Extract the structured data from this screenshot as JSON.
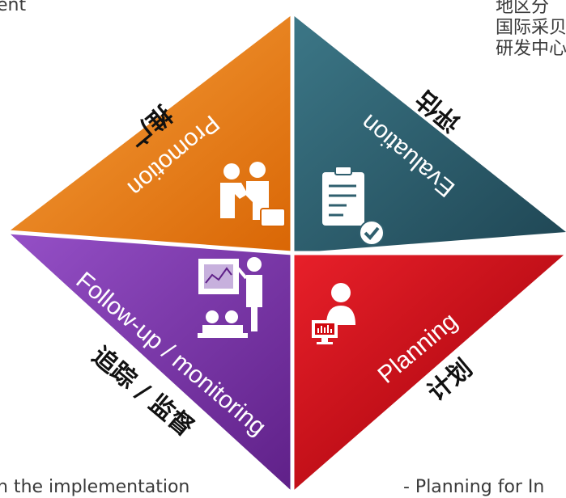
{
  "fragments": {
    "top_left": "ent",
    "right_line1": "地区分",
    "right_line2": "国际采贝",
    "right_line3": "研发中心",
    "bottom_left": "n the implementation",
    "bottom_right": "- Planning for In"
  },
  "quadrants": {
    "promotion": {
      "en": "Promotion",
      "cn": "推广",
      "color": "#ef7d14",
      "icon": "handshake-icon"
    },
    "evaluation": {
      "en": "Evaluation",
      "cn": "评估",
      "color": "#2f5f6e",
      "icon": "clipboard-check-icon"
    },
    "followup": {
      "en": "Follow-up / monitoring",
      "cn": "追踪 / 监督",
      "color": "#7a35a8",
      "icon": "presentation-icon"
    },
    "planning": {
      "en": "Planning",
      "cn": "计划",
      "color": "#d0080f",
      "icon": "computer-user-icon"
    }
  }
}
